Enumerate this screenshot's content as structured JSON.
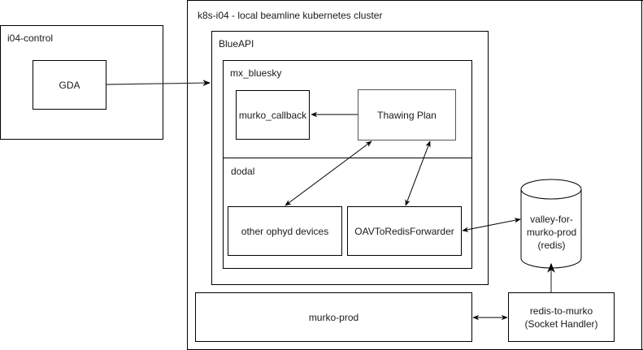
{
  "diagram": {
    "containers": {
      "i04_control": "i04-control",
      "k8s_cluster": "k8s-i04 - local beamline kubernetes cluster",
      "blueapi": "BlueAPI",
      "mx_bluesky": "mx_bluesky",
      "dodal": "dodal"
    },
    "nodes": {
      "gda": "GDA",
      "murko_callback": "murko_callback",
      "thawing_plan": "Thawing Plan",
      "other_ophyd": "other ophyd devices",
      "oav_forwarder": "OAVToRedisForwarder",
      "redis_db": [
        "valley-for-",
        "murko-prod",
        "(redis)"
      ],
      "murko_prod": "murko-prod",
      "redis_to_murko": [
        "redis-to-murko",
        "(Socket Handler)"
      ]
    },
    "edges": [
      {
        "from": "GDA",
        "to": "BlueAPI",
        "direction": "one-way"
      },
      {
        "from": "Thawing Plan",
        "to": "murko_callback",
        "direction": "one-way"
      },
      {
        "from": "Thawing Plan",
        "to": "other ophyd devices",
        "direction": "two-way"
      },
      {
        "from": "Thawing Plan",
        "to": "OAVToRedisForwarder",
        "direction": "two-way"
      },
      {
        "from": "OAVToRedisForwarder",
        "to": "valley-for-murko-prod (redis)",
        "direction": "two-way"
      },
      {
        "from": "redis-to-murko (Socket Handler)",
        "to": "valley-for-murko-prod (redis)",
        "direction": "one-way"
      },
      {
        "from": "murko-prod",
        "to": "redis-to-murko (Socket Handler)",
        "direction": "two-way"
      }
    ]
  }
}
